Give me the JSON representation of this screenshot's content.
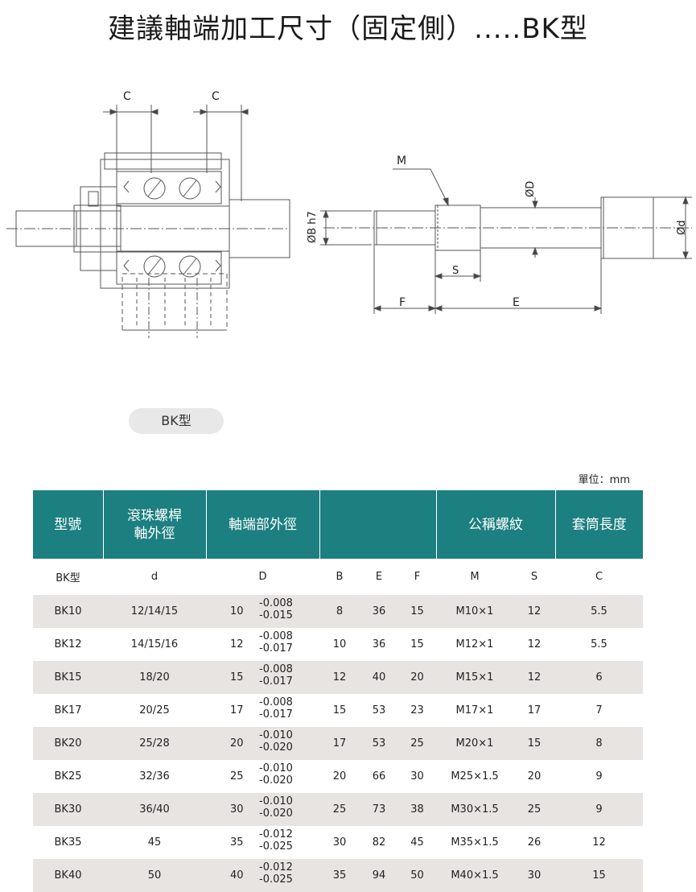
{
  "page": {
    "title": "建議軸端加工尺寸（固定側）.....BK型",
    "type_pill": "BK型",
    "unit_label": "單位：mm"
  },
  "drawing": {
    "left_labels": [
      "C",
      "C"
    ],
    "right_labels": {
      "m": "M",
      "d_outer": "ØD",
      "b": "ØB h7",
      "d": "Ød",
      "s": "S",
      "f": "F",
      "e": "E"
    }
  },
  "table": {
    "headers": {
      "model": "型號",
      "ball_screw_od": "滾珠螺桿\n軸外徑",
      "shaft_end_od": "軸端部外徑",
      "metric_thread": "公稱螺紋",
      "sleeve_length": "套筒長度"
    },
    "subheaders": [
      "BK型",
      "d",
      "D",
      "B",
      "E",
      "F",
      "M",
      "S",
      "C"
    ],
    "rows": [
      {
        "model": "BK10",
        "d": "12/14/15",
        "D": "10",
        "tol_upper": "-0.008",
        "tol_lower": "-0.015",
        "B": "8",
        "E": "36",
        "F": "15",
        "M": "M10×1",
        "S": "12",
        "C": "5.5"
      },
      {
        "model": "BK12",
        "d": "14/15/16",
        "D": "12",
        "tol_upper": "-0.008",
        "tol_lower": "-0.017",
        "B": "10",
        "E": "36",
        "F": "15",
        "M": "M12×1",
        "S": "12",
        "C": "5.5"
      },
      {
        "model": "BK15",
        "d": "18/20",
        "D": "15",
        "tol_upper": "-0.008",
        "tol_lower": "-0.017",
        "B": "12",
        "E": "40",
        "F": "20",
        "M": "M15×1",
        "S": "12",
        "C": "6"
      },
      {
        "model": "BK17",
        "d": "20/25",
        "D": "17",
        "tol_upper": "-0.008",
        "tol_lower": "-0.017",
        "B": "15",
        "E": "53",
        "F": "23",
        "M": "M17×1",
        "S": "17",
        "C": "7"
      },
      {
        "model": "BK20",
        "d": "25/28",
        "D": "20",
        "tol_upper": "-0.010",
        "tol_lower": "-0.020",
        "B": "17",
        "E": "53",
        "F": "25",
        "M": "M20×1",
        "S": "15",
        "C": "8"
      },
      {
        "model": "BK25",
        "d": "32/36",
        "D": "25",
        "tol_upper": "-0.010",
        "tol_lower": "-0.020",
        "B": "20",
        "E": "66",
        "F": "30",
        "M": "M25×1.5",
        "S": "20",
        "C": "9"
      },
      {
        "model": "BK30",
        "d": "36/40",
        "D": "30",
        "tol_upper": "-0.010",
        "tol_lower": "-0.020",
        "B": "25",
        "E": "73",
        "F": "38",
        "M": "M30×1.5",
        "S": "25",
        "C": "9"
      },
      {
        "model": "BK35",
        "d": "45",
        "D": "35",
        "tol_upper": "-0.012",
        "tol_lower": "-0.025",
        "B": "30",
        "E": "82",
        "F": "45",
        "M": "M35×1.5",
        "S": "26",
        "C": "12"
      },
      {
        "model": "BK40",
        "d": "50",
        "D": "40",
        "tol_upper": "-0.012",
        "tol_lower": "-0.025",
        "B": "35",
        "E": "94",
        "F": "50",
        "M": "M40×1.5",
        "S": "30",
        "C": "15"
      }
    ]
  },
  "colors": {
    "header_bg": "#1c7f80",
    "header_text": "#ffffff",
    "stripe": "#e8e4e1"
  }
}
